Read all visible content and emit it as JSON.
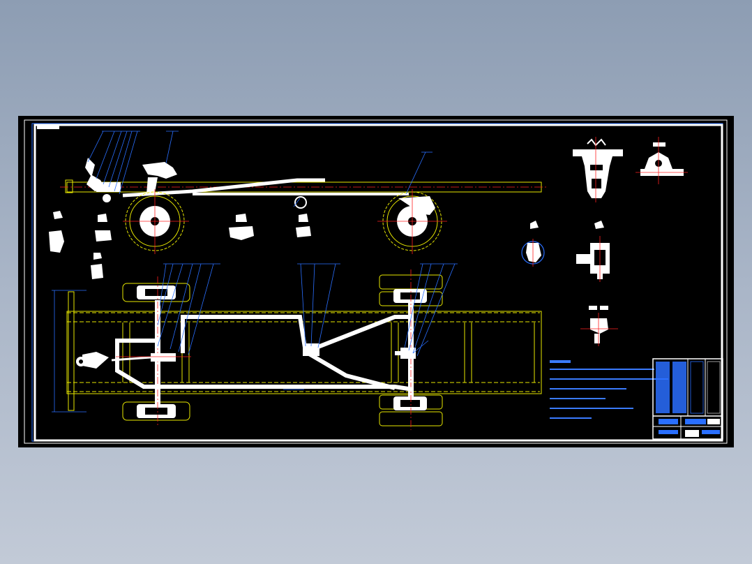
{
  "viewport": {
    "background": "#000000"
  },
  "colors": {
    "part": "#ffffff",
    "outline": "#e8e800",
    "centerline": "#ff2020",
    "annotation": "#2a6fff"
  },
  "drawing": {
    "views": [
      "side-view",
      "plan-view",
      "detail-views"
    ]
  }
}
